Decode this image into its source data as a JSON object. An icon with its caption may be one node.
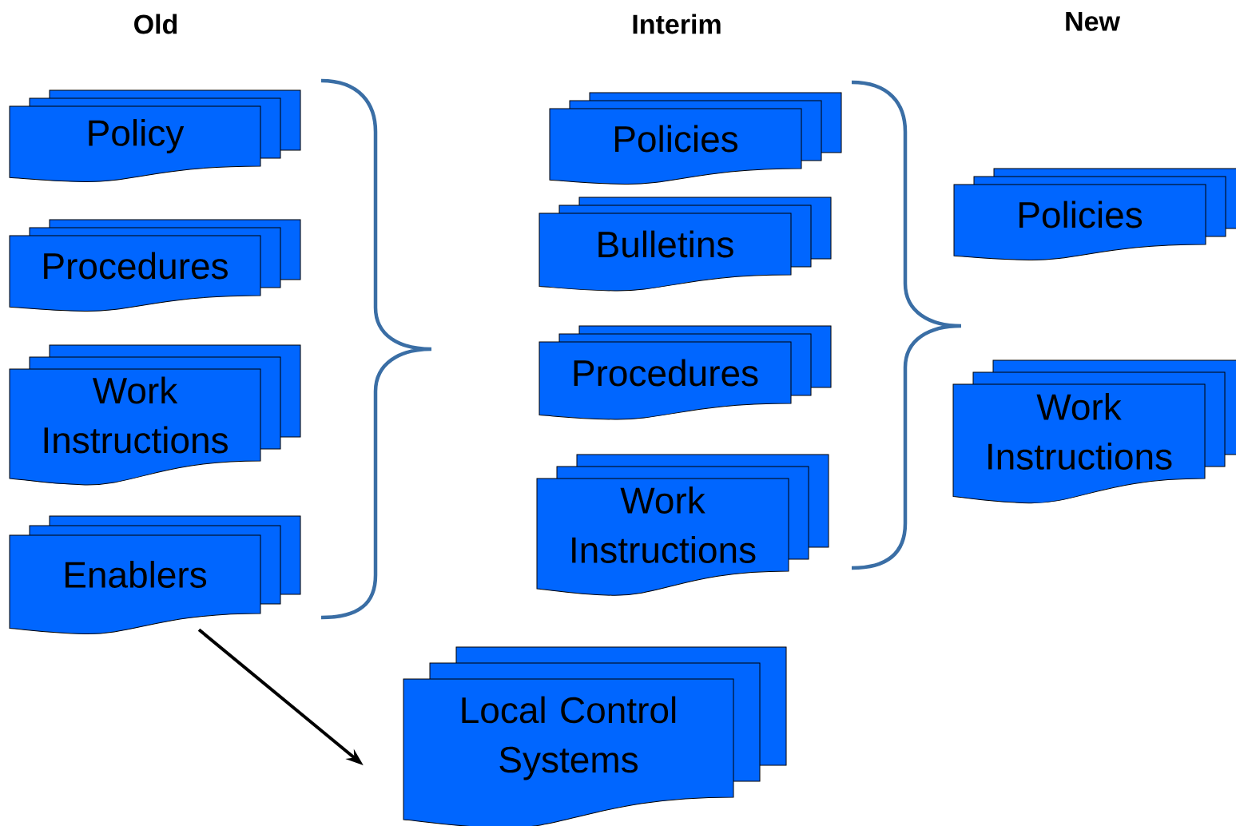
{
  "diagram": {
    "nodes": [
      {
        "text": [
          "Policy"
        ]
      },
      {
        "text": [
          "Procedures"
        ]
      },
      {
        "text": [
          "Work Instructions"
        ]
      },
      {
        "text": [
          "Enablers"
        ]
      },
      {
        "text": [
          "Policies"
        ]
      },
      {
        "text": [
          "Bulletins"
        ]
      },
      {
        "text": [
          "Procedures"
        ]
      },
      {
        "text": [
          "Work Instructions"
        ]
      },
      {
        "text": [
          "Policies"
        ]
      },
      {
        "text": [
          "Work Instructions"
        ]
      },
      {
        "text": [
          "Local Control Systems"
        ]
      }
    ],
    "edges": [
      {
        "from": 3,
        "to": 10,
        "arrow": "to"
      }
    ],
    "labels": [
      "Old",
      "Interim",
      "New"
    ]
  }
}
